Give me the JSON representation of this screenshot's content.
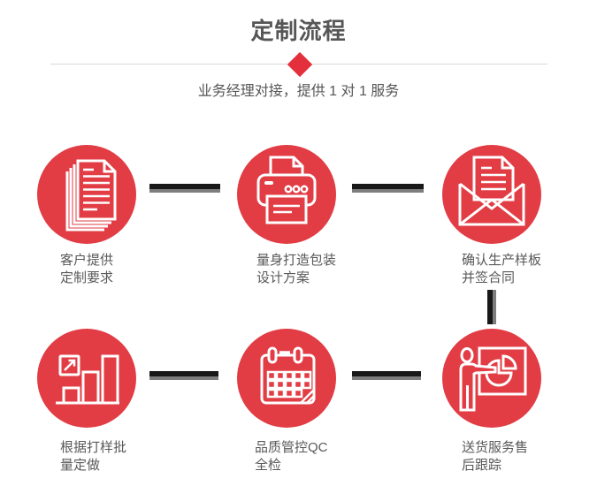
{
  "header": {
    "title": "定制流程",
    "subtitle": "业务经理对接，提供 1 对 1 服务"
  },
  "colors": {
    "accent_red": "#e23c44",
    "diamond_red": "#e3303c",
    "title_gray": "#565656",
    "label_gray": "#595959",
    "connector_black": "#181818",
    "connector_gray": "#7d7d7d",
    "divider_gray": "#d8d8d8",
    "icon_white": "#ffffff"
  },
  "steps": [
    {
      "icon": "documents-icon",
      "label_line1": "客户提供",
      "label_line2": "定制要求"
    },
    {
      "icon": "printer-icon",
      "label_line1": "量身打造包装",
      "label_line2": "设计方案"
    },
    {
      "icon": "envelope-letter-icon",
      "label_line1": "确认生产样板",
      "label_line2": "并签合同"
    },
    {
      "icon": "bar-chart-growth-icon",
      "label_line1": "根据打样批",
      "label_line2": "量定做"
    },
    {
      "icon": "calendar-icon",
      "label_line1": "品质管控QC",
      "label_line2": "全检"
    },
    {
      "icon": "presentation-chart-icon",
      "label_line1": "送货服务售",
      "label_line2": "后跟踪"
    }
  ]
}
